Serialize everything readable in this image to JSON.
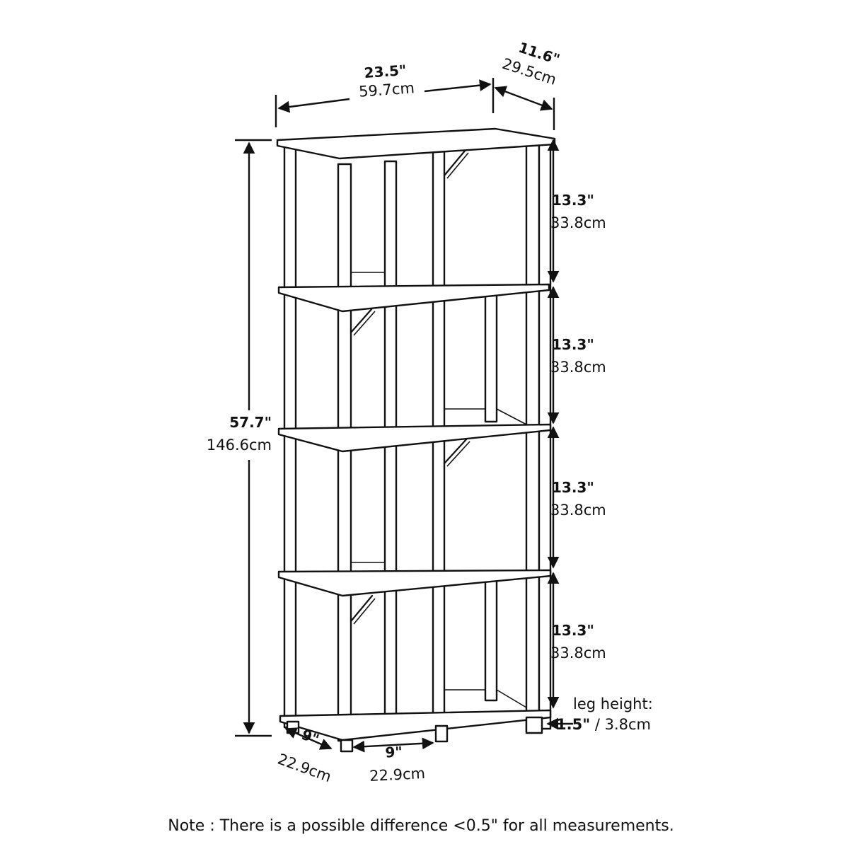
{
  "dimensions": {
    "width": {
      "inches": "23.5\"",
      "cm": "59.7cm"
    },
    "depth": {
      "inches": "11.6\"",
      "cm": "29.5cm"
    },
    "total_height": {
      "inches": "57.7\"",
      "cm": "146.6cm"
    },
    "shelf_heights": [
      {
        "inches": "13.3\"",
        "cm": "33.8cm"
      },
      {
        "inches": "13.3\"",
        "cm": "33.8cm"
      },
      {
        "inches": "13.3\"",
        "cm": "33.8cm"
      },
      {
        "inches": "13.3\"",
        "cm": "33.8cm"
      }
    ],
    "cube_depth": {
      "inches": "9\"",
      "cm": "22.9cm"
    },
    "cube_width": {
      "inches": "9\"",
      "cm": "22.9cm"
    },
    "leg_height": {
      "label": "leg height:",
      "inches": "1.5\"",
      "separator": " / ",
      "cm": "3.8cm"
    }
  },
  "note": "Note : There is a possible difference <0.5\" for all measurements."
}
